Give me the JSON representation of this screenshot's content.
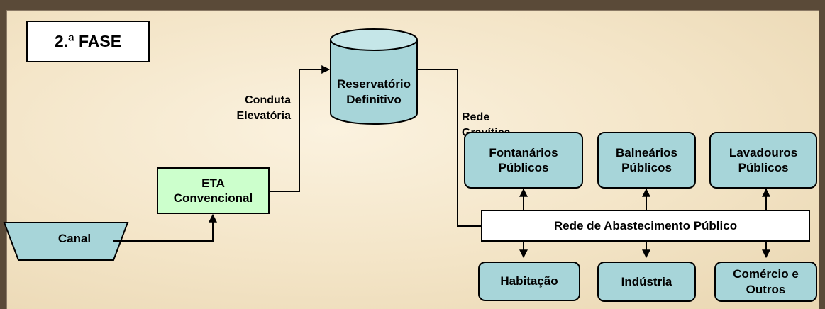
{
  "phase": "2.ª FASE",
  "nodes": {
    "canal": "Canal",
    "eta": "ETA\nConvencional",
    "reservoir": "Reservatório\nDefinitivo",
    "network": "Rede de Abastecimento Público",
    "fontanarios": "Fontanários\nPúblicos",
    "balnearios": "Balneários\nPúblicos",
    "lavadouros": "Lavadouros\nPúblicos",
    "habitacao": "Habitação",
    "industria": "Indústria",
    "comercio": "Comércio e\nOutros"
  },
  "edge_labels": {
    "conduta": "Conduta\nElevatória",
    "rede_gravitica": "Rede\nGravítica"
  },
  "colors": {
    "teal": "#a7d5d9",
    "green": "#ccffcc",
    "background": "#f3e4c6"
  }
}
